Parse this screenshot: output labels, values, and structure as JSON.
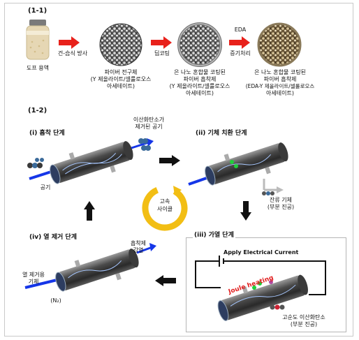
{
  "sections": {
    "top": "(1-1)",
    "bottom": "(1-2)"
  },
  "fabrication": {
    "stage1": "도프 용액",
    "step1": "건-습식 방사",
    "stage2_lines": [
      "파이버 전구체",
      "(Y 제올라이트/셀룰로오스",
      "아세테이트)"
    ],
    "step2": "딥코팅",
    "stage3_lines": [
      "은 나노 혼합물 코팅된",
      "파이버 흡착제",
      "(Y 제올라이트/셀룰로오스",
      "아세테이트)"
    ],
    "step3_lines": [
      "EDA",
      "증기처리"
    ],
    "stage4_lines": [
      "은 나노 혼합물 코팅된",
      "파이버 흡착제",
      "(EDA-Y 제올라이트/셀룰로오스",
      "아세테이트)"
    ]
  },
  "cycle": {
    "center_lines": [
      "고속",
      "사이클"
    ],
    "step1": {
      "title": "(i)  흡착 단계",
      "in_label": "공기",
      "out_lines": [
        "이산화탄소가",
        "제거된 공기"
      ]
    },
    "step2": {
      "title": "(ii)  기체 치환 단계",
      "out_lines": [
        "잔류 기체",
        "(부분 진공)"
      ]
    },
    "step3": {
      "title": "(iii)  가열 단계",
      "current": "Apply Electrical Current",
      "joule": "Joule heating",
      "out_lines": [
        "고순도 이산화탄소",
        "(부분 진공)"
      ]
    },
    "step4": {
      "title": "(iv)  열 제거 단계",
      "in_lines": [
        "열 제거용",
        "기체"
      ],
      "gas": "(N₂)",
      "out_lines": [
        "흡착제",
        "감열"
      ]
    }
  },
  "colors": {
    "arrow_red": "#e8211b",
    "flow_blue": "#1536e8",
    "ring_yellow": "#f2be14",
    "joule_red": "#e11d1d"
  }
}
